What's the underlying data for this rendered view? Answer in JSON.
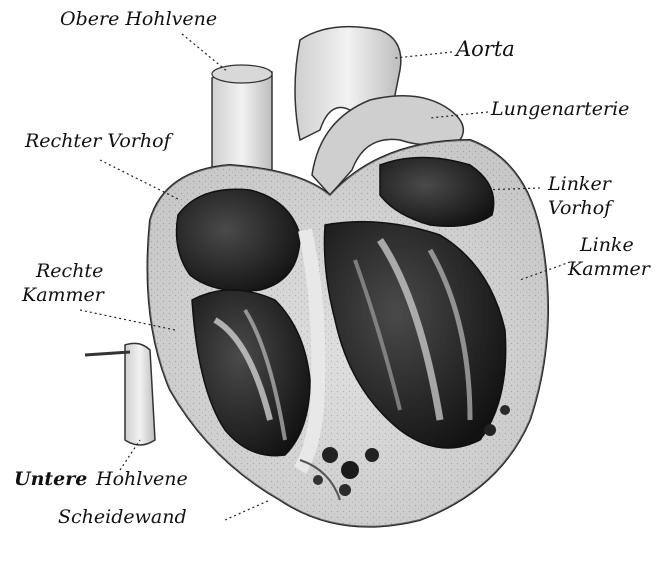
{
  "labels": {
    "obere_hohlvene": "Obere Hohlvene",
    "aorta": "Aorta",
    "lungenarterie": "Lungenarterie",
    "rechter_vorhof": "Rechter Vorhof",
    "linker_vorhof_line1": "Linker",
    "linker_vorhof_line2": "Vorhof",
    "linke_kammer_line1": "Linke",
    "linke_kammer_line2": "Kammer",
    "rechte_kammer_line1": "Rechte",
    "rechte_kammer_line2": "Kammer",
    "untere_hohlvene_1": "Untere",
    "untere_hohlvene_2": "Hohlvene",
    "scheidewand": "Scheidewand"
  },
  "colors": {
    "ink": "#111111",
    "tissue_light": "#e6e6e6",
    "tissue_mid": "#b8b8b8",
    "chamber_dark": "#2a2a2a"
  }
}
